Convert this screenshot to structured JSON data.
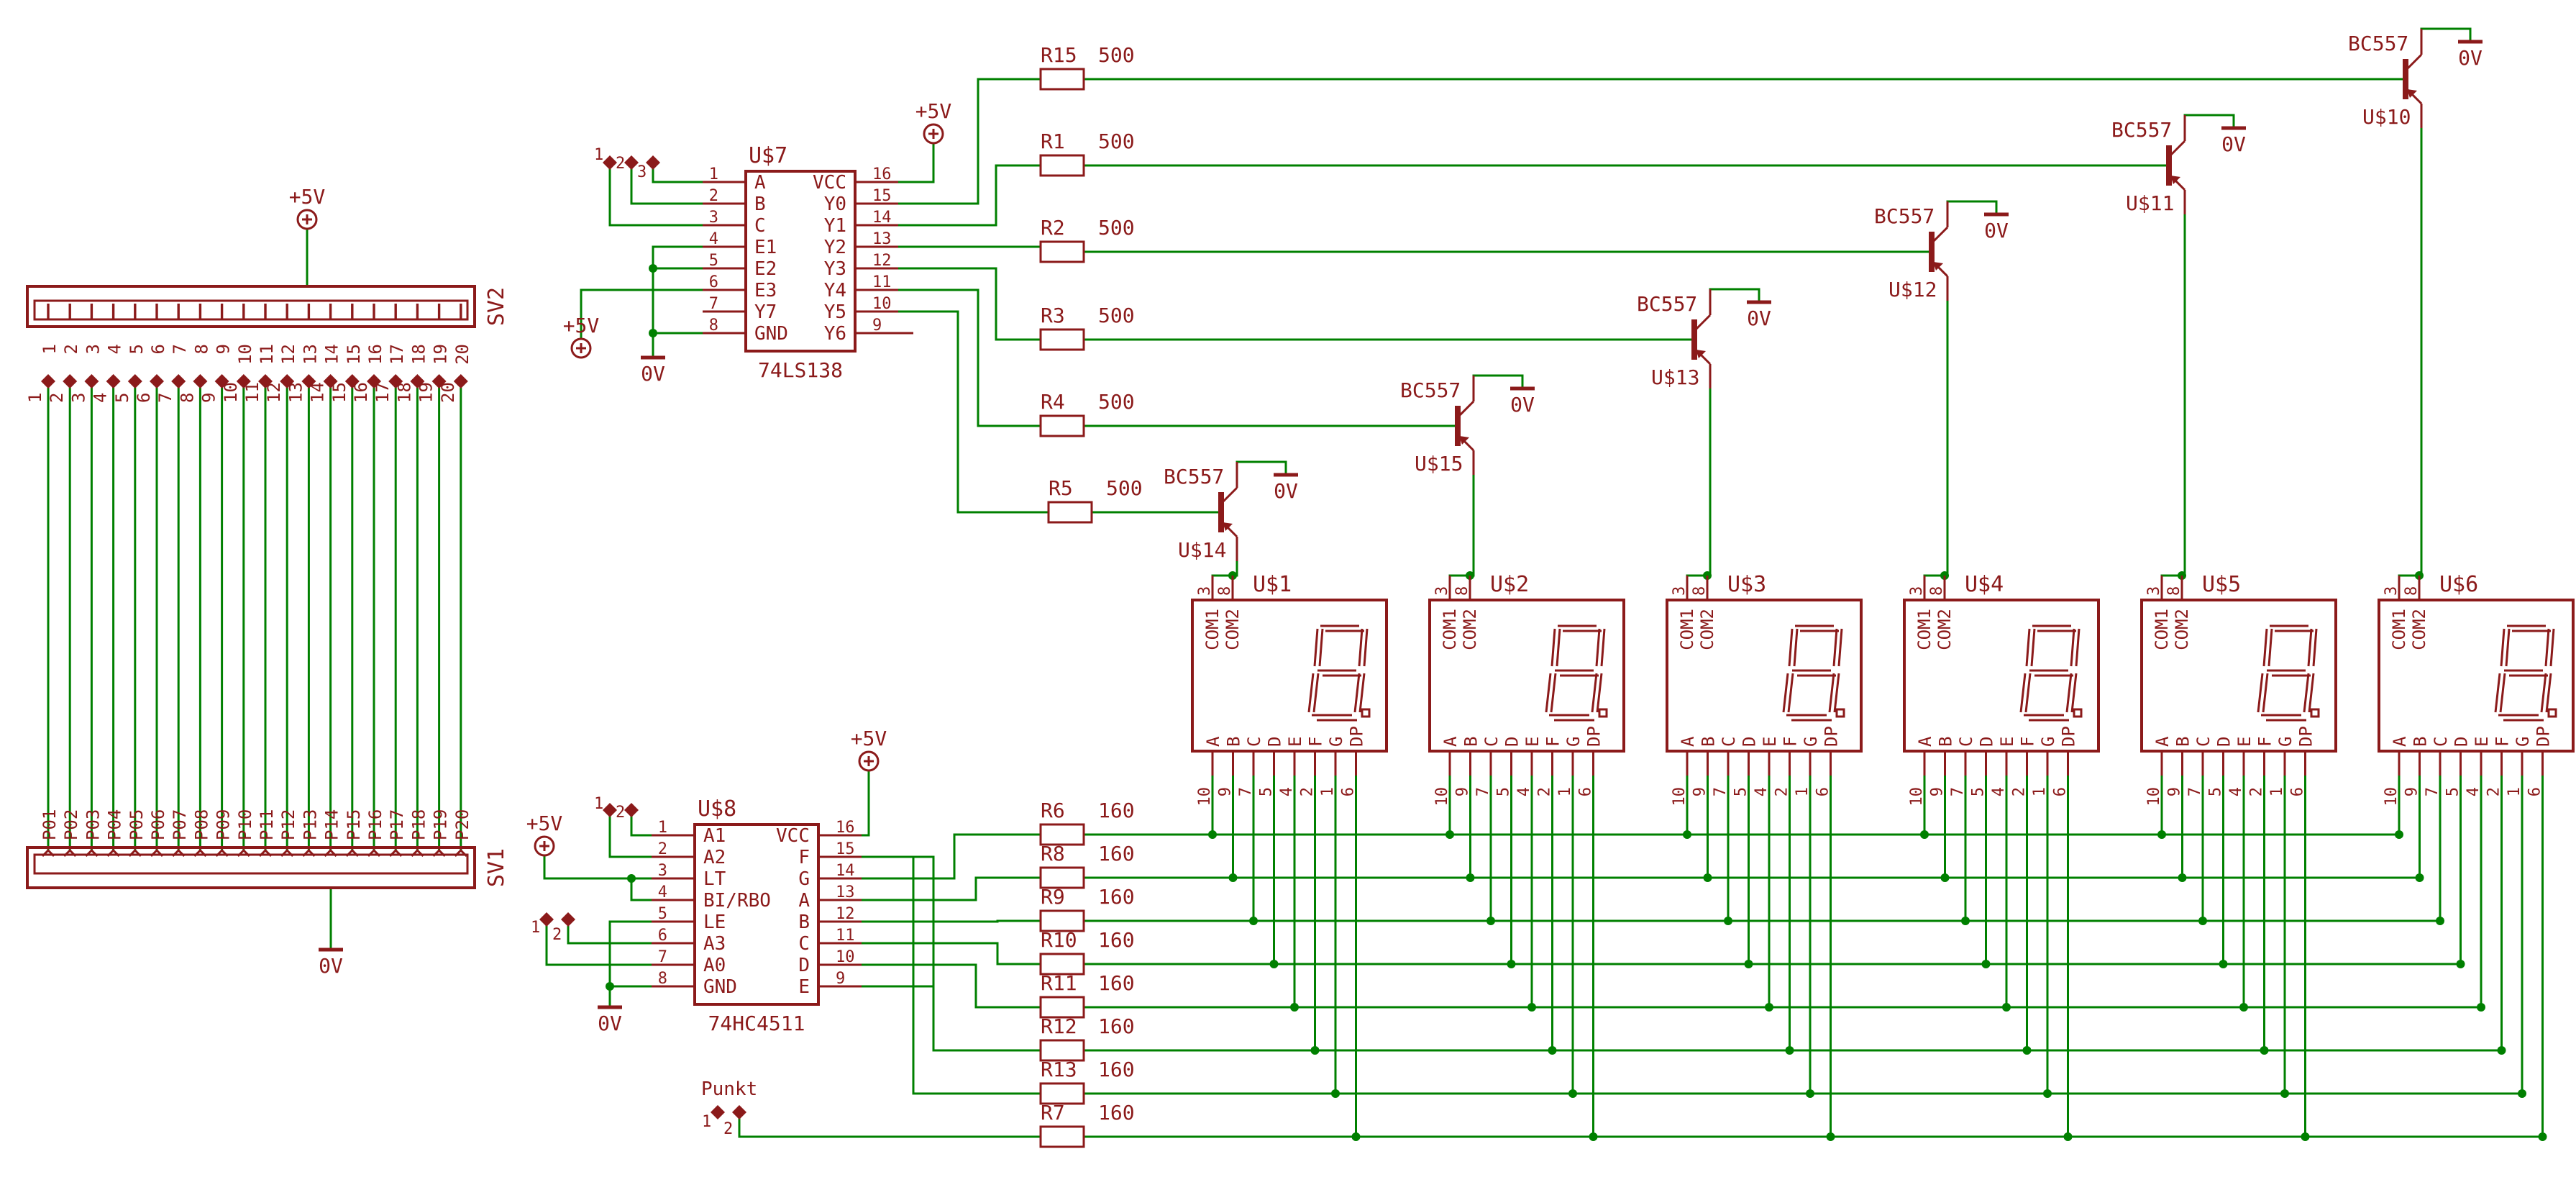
{
  "colors": {
    "wire": "#008000",
    "part": "#8b1a1a",
    "background": "#ffffff"
  },
  "power": {
    "plus5v": "+5V",
    "ground": "0V"
  },
  "connectors": {
    "sv2": {
      "ref": "SV2",
      "pins": [
        "1",
        "2",
        "3",
        "4",
        "5",
        "6",
        "7",
        "8",
        "9",
        "10",
        "11",
        "12",
        "13",
        "14",
        "15",
        "16",
        "17",
        "18",
        "19",
        "20"
      ]
    },
    "jumper_pins": [
      "1",
      "2",
      "3",
      "4",
      "5",
      "6",
      "7",
      "8",
      "9",
      "10",
      "11",
      "12",
      "13",
      "14",
      "15",
      "16",
      "17",
      "18",
      "19",
      "20"
    ],
    "sv1": {
      "ref": "SV1",
      "pins": [
        "P01",
        "P02",
        "P03",
        "P04",
        "P05",
        "P06",
        "P07",
        "P08",
        "P09",
        "P10",
        "P11",
        "P12",
        "P13",
        "P14",
        "P15",
        "P16",
        "P17",
        "P18",
        "P19",
        "P20"
      ]
    },
    "u7_jumper": [
      "1",
      "2",
      "3"
    ],
    "u8_jumper_a": [
      "1",
      "2"
    ],
    "u8_jumper_b": [
      "1",
      "2"
    ],
    "punkt": {
      "label": "Punkt",
      "pins": [
        "1",
        "2"
      ]
    }
  },
  "ic_u7": {
    "ref": "U$7",
    "part": "74LS138",
    "left_pins": [
      [
        "1",
        "A"
      ],
      [
        "2",
        "B"
      ],
      [
        "3",
        "C"
      ],
      [
        "4",
        "E1"
      ],
      [
        "5",
        "E2"
      ],
      [
        "6",
        "E3"
      ],
      [
        "7",
        "Y7"
      ],
      [
        "8",
        "GND"
      ]
    ],
    "right_pins": [
      [
        "16",
        "VCC"
      ],
      [
        "15",
        "Y0"
      ],
      [
        "14",
        "Y1"
      ],
      [
        "13",
        "Y2"
      ],
      [
        "12",
        "Y3"
      ],
      [
        "11",
        "Y4"
      ],
      [
        "10",
        "Y5"
      ],
      [
        "9",
        "Y6"
      ]
    ]
  },
  "ic_u8": {
    "ref": "U$8",
    "part": "74HC4511",
    "left_pins": [
      [
        "1",
        "A1"
      ],
      [
        "2",
        "A2"
      ],
      [
        "3",
        "LT"
      ],
      [
        "4",
        "BI/RBO"
      ],
      [
        "5",
        "LE"
      ],
      [
        "6",
        "A3"
      ],
      [
        "7",
        "A0"
      ],
      [
        "8",
        "GND"
      ]
    ],
    "right_pins": [
      [
        "16",
        "VCC"
      ],
      [
        "15",
        "F"
      ],
      [
        "14",
        "G"
      ],
      [
        "13",
        "A"
      ],
      [
        "12",
        "B"
      ],
      [
        "11",
        "C"
      ],
      [
        "10",
        "D"
      ],
      [
        "9",
        "E"
      ]
    ]
  },
  "resistors_top": [
    {
      "ref": "R15",
      "value": "500"
    },
    {
      "ref": "R1",
      "value": "500"
    },
    {
      "ref": "R2",
      "value": "500"
    },
    {
      "ref": "R3",
      "value": "500"
    },
    {
      "ref": "R4",
      "value": "500"
    },
    {
      "ref": "R5",
      "value": "500"
    }
  ],
  "resistors_bottom": [
    {
      "ref": "R6",
      "value": "160"
    },
    {
      "ref": "R8",
      "value": "160"
    },
    {
      "ref": "R9",
      "value": "160"
    },
    {
      "ref": "R10",
      "value": "160"
    },
    {
      "ref": "R11",
      "value": "160"
    },
    {
      "ref": "R12",
      "value": "160"
    },
    {
      "ref": "R13",
      "value": "160"
    },
    {
      "ref": "R7",
      "value": "160"
    }
  ],
  "transistors": [
    {
      "ref": "U$10",
      "part": "BC557"
    },
    {
      "ref": "U$11",
      "part": "BC557"
    },
    {
      "ref": "U$12",
      "part": "BC557"
    },
    {
      "ref": "U$13",
      "part": "BC557"
    },
    {
      "ref": "U$15",
      "part": "BC557"
    },
    {
      "ref": "U$14",
      "part": "BC557"
    }
  ],
  "displays": [
    {
      "ref": "U$1"
    },
    {
      "ref": "U$2"
    },
    {
      "ref": "U$3"
    },
    {
      "ref": "U$4"
    },
    {
      "ref": "U$5"
    },
    {
      "ref": "U$6"
    }
  ],
  "display_pins": {
    "top": [
      "3",
      "8"
    ],
    "com": [
      "COM1",
      "COM2"
    ],
    "segments": [
      "A",
      "B",
      "C",
      "D",
      "E",
      "F",
      "G",
      "DP"
    ],
    "bottom": [
      "10",
      "9",
      "7",
      "5",
      "4",
      "2",
      "1",
      "6"
    ]
  }
}
